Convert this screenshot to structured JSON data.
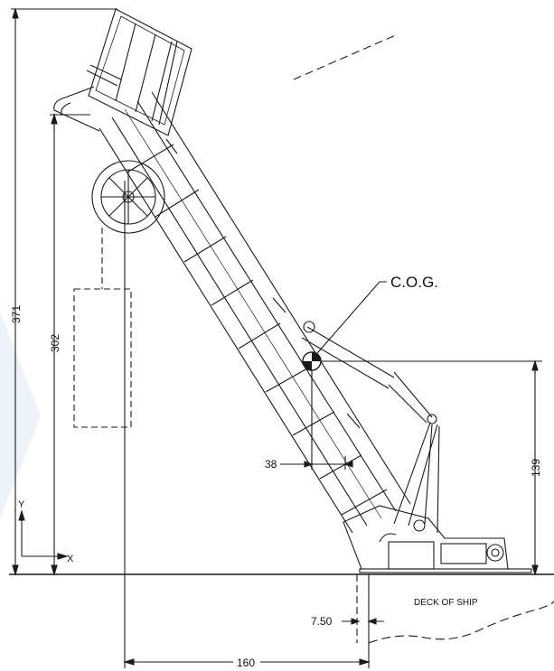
{
  "labels": {
    "cog": "C.O.G.",
    "deck": "DECK OF SHIP",
    "axis_x": "X",
    "axis_y": "Y"
  },
  "dimensions": {
    "overall_height": "371",
    "boom_pivot_height": "302",
    "cog_height": "139",
    "cog_offset": "38",
    "deck_offset": "7.50",
    "horizontal_reach": "160"
  },
  "colors": {
    "line": "#1a1a1a",
    "background": "#ffffff",
    "watermark": "#eef3f9"
  }
}
